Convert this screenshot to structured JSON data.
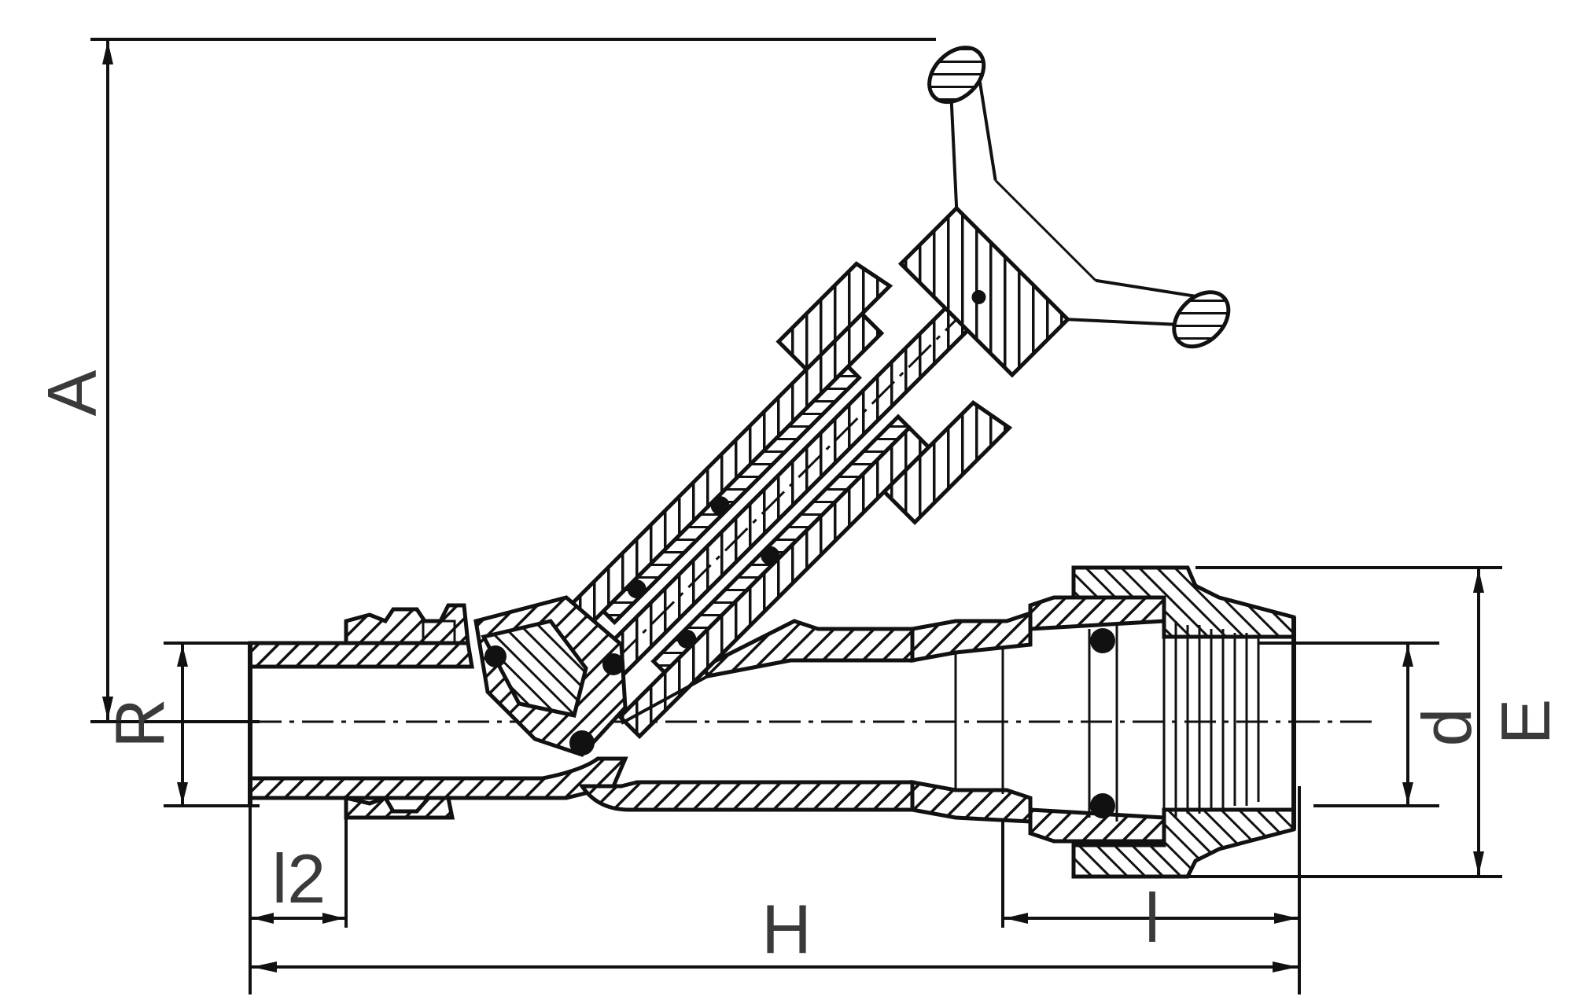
{
  "labels": {
    "A": "A",
    "R": "R",
    "l2": "l2",
    "H": "H",
    "l": "l",
    "d": "d",
    "E": "E"
  },
  "colors": {
    "line": "#111111",
    "label": "#3a3a3a",
    "background": "#ffffff"
  }
}
